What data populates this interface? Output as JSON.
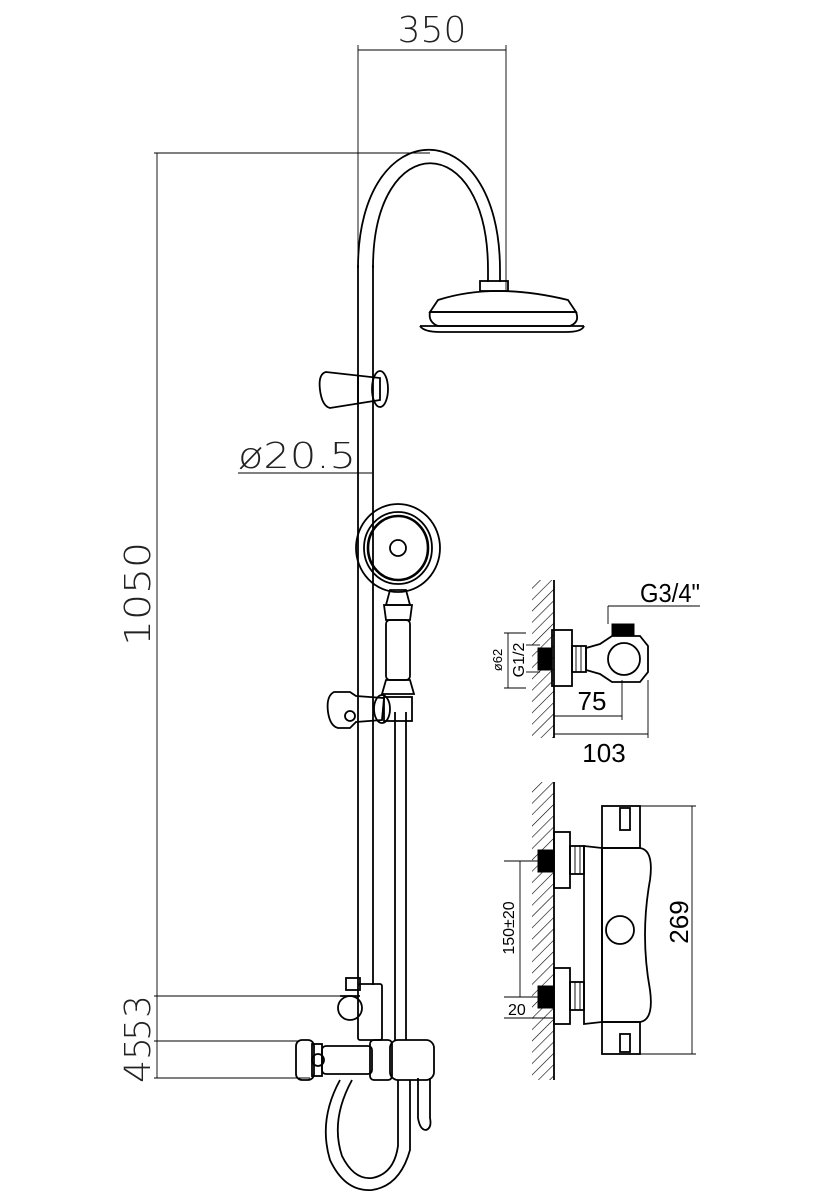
{
  "dimensions": {
    "head_reach": "350",
    "riser_diameter": "ø20.5",
    "total_height": "1050",
    "lower_offset_a": "53",
    "lower_offset_b": "45",
    "outlet_thread": "G3/4\"",
    "flange_diameter": "ø62",
    "inlet_thread": "G1/2",
    "projection_inner": "75",
    "projection_outer": "103",
    "inlet_centers": "150±20",
    "inlet_depth": "20",
    "valve_height": "269"
  }
}
